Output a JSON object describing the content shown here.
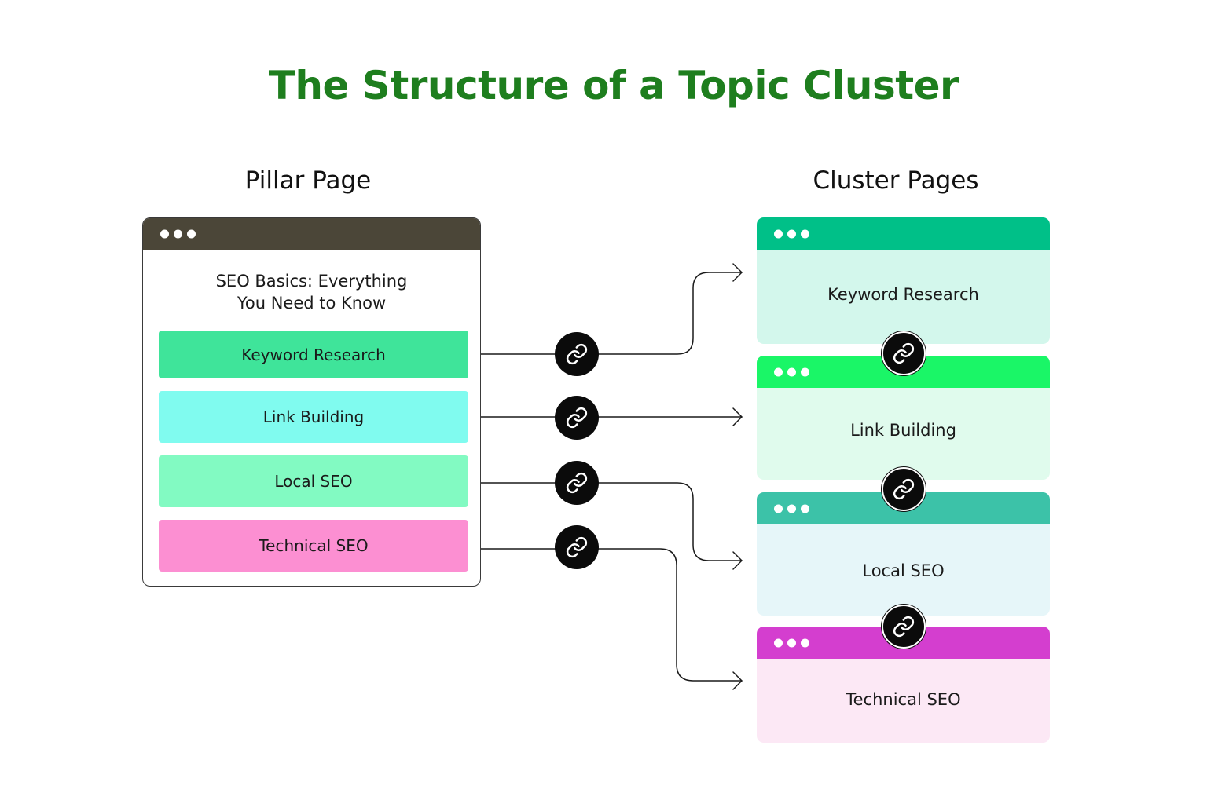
{
  "title": "The Structure of a Topic Cluster",
  "colors": {
    "title": "#1e7e1e",
    "pillar_bar": "#4b4638",
    "badge": "#0b0b0b"
  },
  "pillar": {
    "heading": "Pillar Page",
    "page_title_line1": "SEO Basics: Everything",
    "page_title_line2": "You Need to Know",
    "topics": [
      {
        "label": "Keyword Research",
        "color": "#3fe49a"
      },
      {
        "label": "Link Building",
        "color": "#80fbef"
      },
      {
        "label": "Local SEO",
        "color": "#82fac2"
      },
      {
        "label": "Technical SEO",
        "color": "#fc8fd2"
      }
    ]
  },
  "cluster": {
    "heading": "Cluster Pages",
    "pages": [
      {
        "label": "Keyword Research",
        "bar_color": "#00c088",
        "body_color": "#d3f7ec"
      },
      {
        "label": "Link Building",
        "bar_color": "#1af667",
        "body_color": "#e0fbed"
      },
      {
        "label": "Local SEO",
        "bar_color": "#3cc2a8",
        "body_color": "#e6f6f9"
      },
      {
        "label": "Technical SEO",
        "bar_color": "#d43ecf",
        "body_color": "#fce8f5"
      }
    ]
  },
  "icons": {
    "window_controls": "three-dots-icon",
    "link": "chain-link-icon"
  }
}
